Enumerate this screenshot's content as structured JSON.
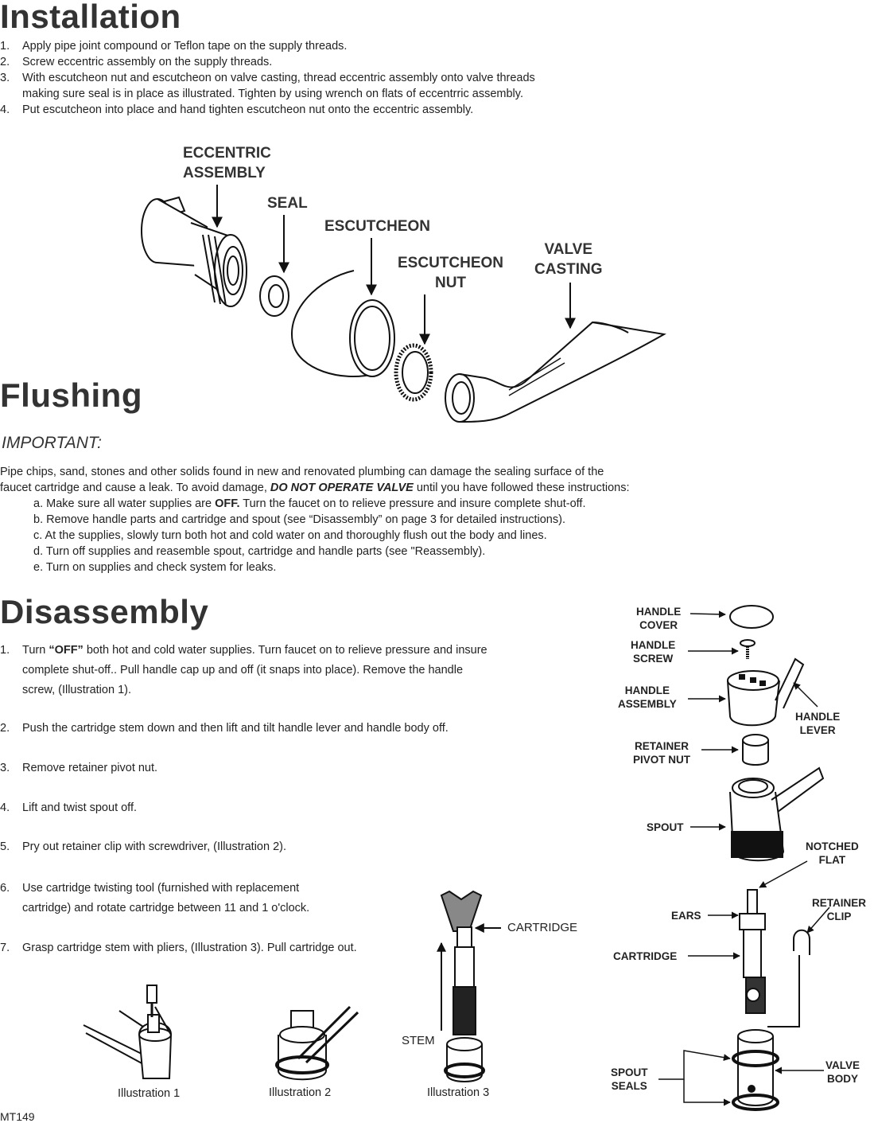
{
  "installation": {
    "title": "Installation",
    "steps": [
      {
        "num": "1.",
        "text": "Apply pipe joint compound or Teflon tape on the supply threads."
      },
      {
        "num": "2.",
        "text": "Screw eccentric assembly on the supply threads."
      },
      {
        "num": "3.",
        "text": "With escutcheon nut and escutcheon on valve casting, thread eccentric assembly onto valve threads",
        "text2": "making sure seal is in place as illustrated.  Tighten by using wrench on flats of eccentrric assembly."
      },
      {
        "num": "4.",
        "text": "Put escutcheon into place and hand tighten escutcheon nut onto the eccentric assembly."
      }
    ],
    "labels": {
      "eccentric": "ECCENTRIC\nASSEMBLY",
      "seal": "SEAL",
      "escutcheon": "ESCUTCHEON",
      "escutcheon_nut": "ESCUTCHEON\nNUT",
      "valve_casting": "VALVE\nCASTING"
    }
  },
  "flushing": {
    "title": "Flushing",
    "important": "IMPORTANT:",
    "para1": "Pipe chips, sand, stones and other solids found in new and renovated plumbing can damage the sealing surface of the",
    "para2_pre": "faucet cartridge and cause a leak.  To avoid damage, ",
    "para2_bold": "DO NOT OPERATE VALVE",
    "para2_post": "  until you have followed these instructions:",
    "items": [
      {
        "pre": "a.  Make sure all water supplies are ",
        "bold": "OFF.",
        "post": "  Turn the faucet on to relieve pressure and insure complete shut-off."
      },
      {
        "pre": "b.  Remove handle parts and cartridge and spout (see “Disassembly” on page 3 for detailed instructions)."
      },
      {
        "pre": "c.  At the supplies, slowly turn both hot and cold water on and thoroughly flush out the body and lines."
      },
      {
        "pre": "d.  Turn off supplies and reasemble spout, cartridge and handle parts (see \"Reassembly)."
      },
      {
        "pre": "e.  Turn on supplies and check system for leaks."
      }
    ]
  },
  "disassembly": {
    "title": "Disassembly",
    "step1_pre": "Turn ",
    "step1_bold": "“OFF”",
    "step1_post": " both hot and cold water supplies.  Turn faucet on to relieve pressure and insure",
    "step1_l2": "complete shut-off..  Pull handle cap up and off (it snaps into place). Remove the handle",
    "step1_l3": "screw, (Illustration 1).",
    "steps": [
      {
        "num": "1."
      },
      {
        "num": "2.",
        "text": "Push the cartridge stem down and then lift and tilt handle lever and handle body off."
      },
      {
        "num": "3.",
        "text": "Remove retainer pivot  nut."
      },
      {
        "num": "4.",
        "text": "Lift and twist spout off."
      },
      {
        "num": "5.",
        "text": "Pry out retainer clip with screwdriver, (Illustration 2)."
      },
      {
        "num": "6.",
        "text": "Use cartridge twisting tool (furnished with replacement",
        "text2": "cartridge) and rotate cartridge between 11 and 1 o'clock."
      },
      {
        "num": "7.",
        "text": "Grasp cartridge stem with pliers, (Illustration 3).  Pull cartridge out."
      }
    ],
    "illustrations": {
      "ill1": "Illustration 1",
      "ill2": "Illustration 2",
      "ill3": "Illustration 3",
      "cartridge": "CARTRIDGE",
      "stem": "STEM"
    },
    "parts": {
      "handle_cover": "HANDLE\nCOVER",
      "handle_screw": "HANDLE\nSCREW",
      "handle_assembly": "HANDLE\nASSEMBLY",
      "handle_lever": "HANDLE\nLEVER",
      "retainer_pivot_nut": "RETAINER\nPIVOT NUT",
      "spout": "SPOUT",
      "notched_flat": "NOTCHED\nFLAT",
      "ears": "EARS",
      "retainer_clip": "RETAINER\nCLIP",
      "cartridge": "CARTRIDGE",
      "spout_seals": "SPOUT\nSEALS",
      "valve_body": "VALVE\nBODY"
    }
  },
  "footer": {
    "code": "MT149"
  }
}
